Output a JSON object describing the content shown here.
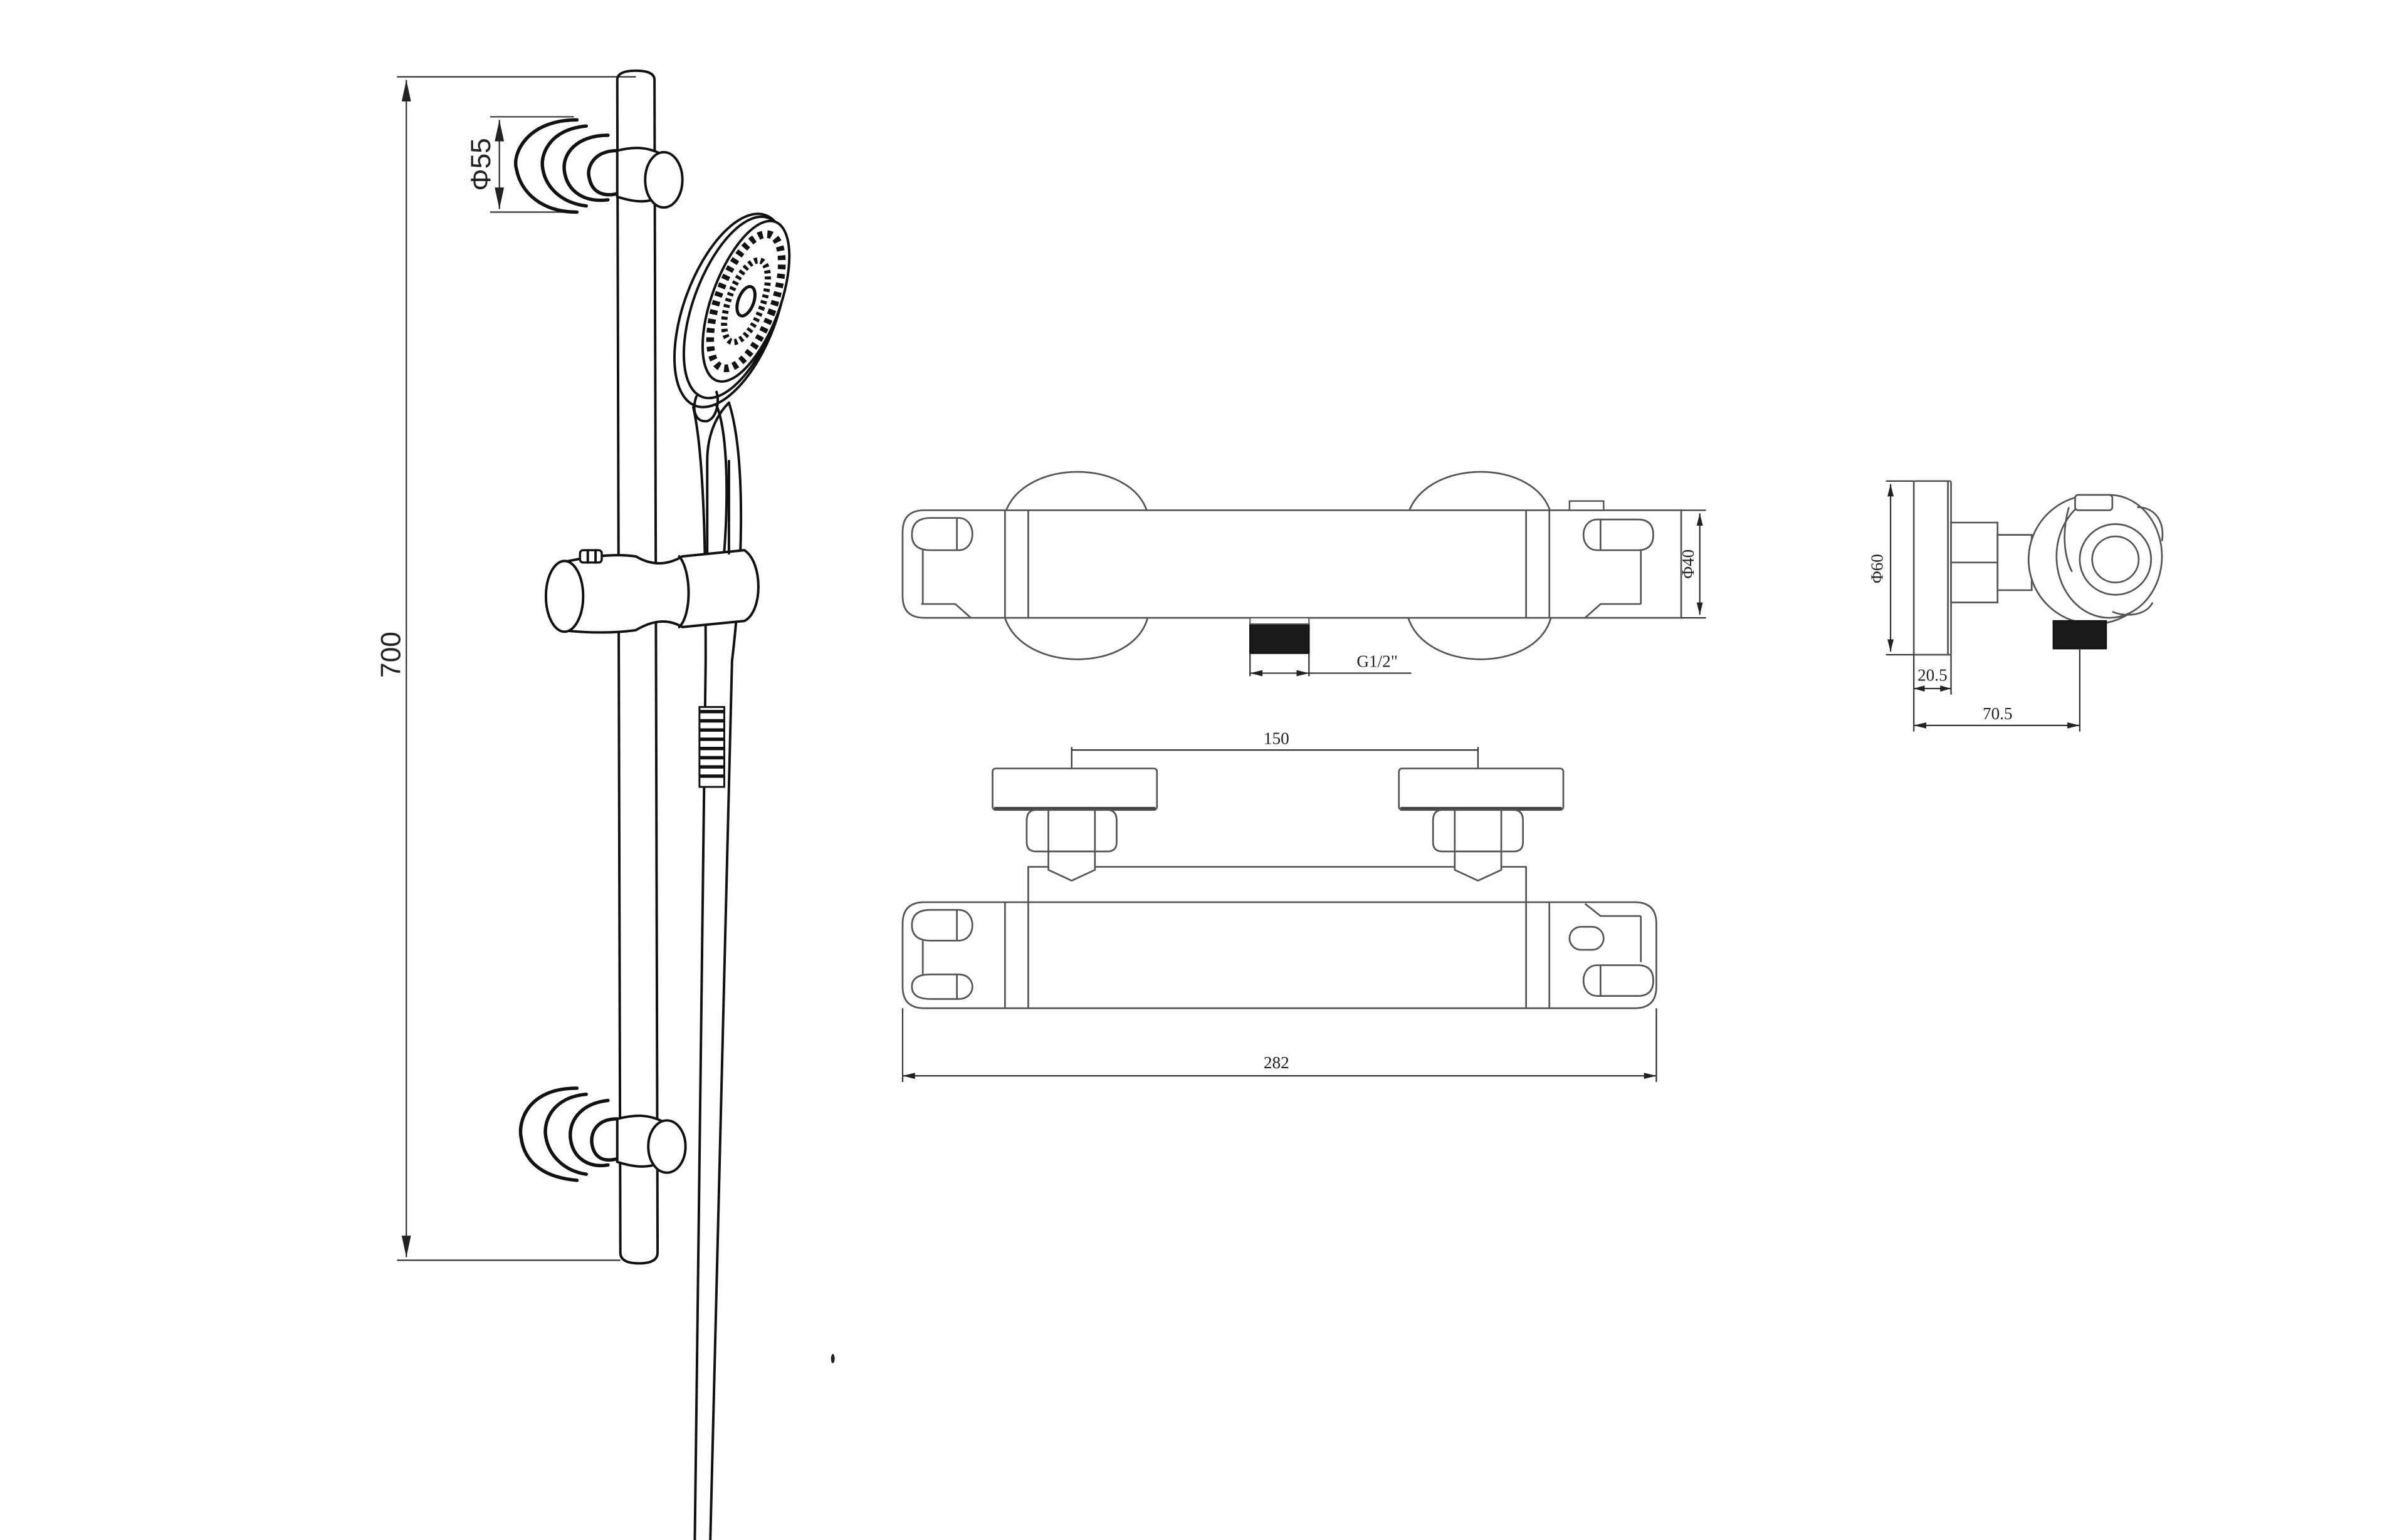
{
  "drawing": {
    "subject": "Thermostatic shower valve with slide rail kit - dimensional drawing",
    "line_color": "#111111",
    "background": "#ffffff",
    "units": "mm"
  },
  "views": {
    "slide_rail": {
      "name": "Slide rail kit, side view",
      "components": [
        "rail",
        "top wall bracket",
        "bottom wall bracket",
        "sliding holder",
        "hand shower head",
        "shower hose"
      ],
      "dimensions": {
        "rail_height": "700",
        "bracket_diameter": "Φ55"
      }
    },
    "valve_top": {
      "name": "Thermostatic valve, top view",
      "dimensions": {
        "body_diameter": "Φ40",
        "outlet_thread": "G1/2\""
      }
    },
    "valve_front": {
      "name": "Thermostatic valve, front view",
      "dimensions": {
        "inlet_centers": "150",
        "overall_length": "282"
      }
    },
    "valve_side": {
      "name": "Thermostatic valve, side view",
      "dimensions": {
        "escutcheon_diameter": "Φ60",
        "escutcheon_depth": "20.5",
        "projection": "70.5"
      }
    }
  }
}
